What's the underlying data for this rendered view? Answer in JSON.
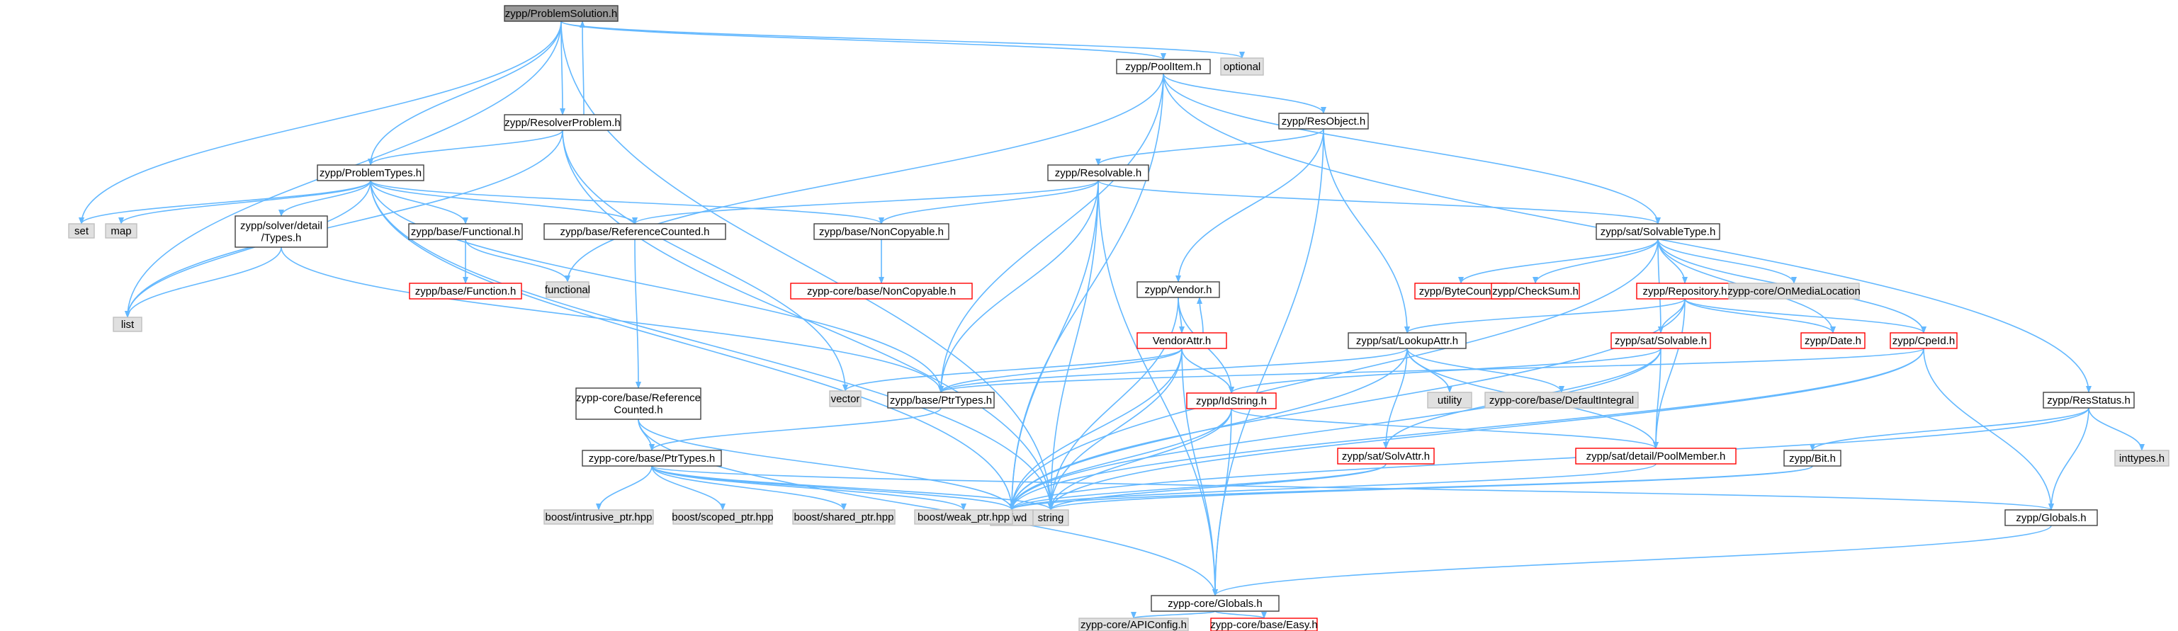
{
  "colors": {
    "edge": "#63b8ff",
    "node_fill": "#ffffff",
    "node_border": "#404040",
    "text": "#000000",
    "root_fill": "#999999",
    "system_fill": "#e0e0e0",
    "system_border": "#bfbfbf",
    "missing_border": "#ff0000"
  },
  "graph": {
    "nodes": [
      {
        "id": "n0",
        "lines": [
          "zypp/ProblemSolution.h"
        ],
        "kind": "root"
      },
      {
        "id": "n1",
        "lines": [
          "list"
        ],
        "kind": "system"
      },
      {
        "id": "n2",
        "lines": [
          "zypp/ProblemTypes.h"
        ],
        "kind": "normal"
      },
      {
        "id": "n3",
        "lines": [
          "set"
        ],
        "kind": "system"
      },
      {
        "id": "n4",
        "lines": [
          "map"
        ],
        "kind": "system"
      },
      {
        "id": "n5",
        "lines": [
          "zypp/solver/detail",
          "/Types.h"
        ],
        "kind": "normal"
      },
      {
        "id": "n6",
        "lines": [
          "zypp/base/Functional.h"
        ],
        "kind": "normal"
      },
      {
        "id": "n7",
        "lines": [
          "zypp/base/Function.h"
        ],
        "kind": "missing"
      },
      {
        "id": "n8",
        "lines": [
          "functional"
        ],
        "kind": "system"
      },
      {
        "id": "n9",
        "lines": [
          "zypp/base/ReferenceCounted.h"
        ],
        "kind": "normal"
      },
      {
        "id": "n10",
        "lines": [
          "zypp-core/base/Reference",
          "Counted.h"
        ],
        "kind": "normal"
      },
      {
        "id": "n11",
        "lines": [
          "zypp-core/Globals.h"
        ],
        "kind": "normal"
      },
      {
        "id": "n12",
        "lines": [
          "zypp-core/APIConfig.h"
        ],
        "kind": "system"
      },
      {
        "id": "n13",
        "lines": [
          "zypp-core/base/Easy.h"
        ],
        "kind": "missing"
      },
      {
        "id": "n14",
        "lines": [
          "iosfwd"
        ],
        "kind": "system"
      },
      {
        "id": "n15",
        "lines": [
          "zypp-core/base/PtrTypes.h"
        ],
        "kind": "normal"
      },
      {
        "id": "n16",
        "lines": [
          "string"
        ],
        "kind": "system"
      },
      {
        "id": "n17",
        "lines": [
          "boost/scoped_ptr.hpp"
        ],
        "kind": "system"
      },
      {
        "id": "n18",
        "lines": [
          "boost/shared_ptr.hpp"
        ],
        "kind": "system"
      },
      {
        "id": "n19",
        "lines": [
          "boost/weak_ptr.hpp"
        ],
        "kind": "system"
      },
      {
        "id": "n20",
        "lines": [
          "boost/intrusive_ptr.hpp"
        ],
        "kind": "system"
      },
      {
        "id": "n21",
        "lines": [
          "zypp/base/NonCopyable.h"
        ],
        "kind": "normal"
      },
      {
        "id": "n22",
        "lines": [
          "zypp-core/base/NonCopyable.h"
        ],
        "kind": "missing"
      },
      {
        "id": "n23",
        "lines": [
          "zypp/base/PtrTypes.h"
        ],
        "kind": "normal"
      },
      {
        "id": "n24",
        "lines": [
          "zypp/ResolverProblem.h"
        ],
        "kind": "normal"
      },
      {
        "id": "n25",
        "lines": [
          "vector"
        ],
        "kind": "system"
      },
      {
        "id": "n26",
        "lines": [
          "zypp/PoolItem.h"
        ],
        "kind": "normal"
      },
      {
        "id": "n27",
        "lines": [
          "optional"
        ],
        "kind": "system"
      },
      {
        "id": "n28",
        "lines": [
          "zypp/ResObject.h"
        ],
        "kind": "normal"
      },
      {
        "id": "n29",
        "lines": [
          "zypp/Resolvable.h"
        ],
        "kind": "normal"
      },
      {
        "id": "n30",
        "lines": [
          "zypp/sat/SolvableType.h"
        ],
        "kind": "normal"
      },
      {
        "id": "n31",
        "lines": [
          "zypp/ByteCount.h"
        ],
        "kind": "missing"
      },
      {
        "id": "n32",
        "lines": [
          "zypp/CheckSum.h"
        ],
        "kind": "missing"
      },
      {
        "id": "n33",
        "lines": [
          "zypp/Repository.h"
        ],
        "kind": "missing"
      },
      {
        "id": "n34",
        "lines": [
          "zypp-core/OnMediaLocation"
        ],
        "kind": "system"
      },
      {
        "id": "n35",
        "lines": [
          "zypp/sat/LookupAttr.h"
        ],
        "kind": "normal"
      },
      {
        "id": "n36",
        "lines": [
          "zypp/sat/Solvable.h"
        ],
        "kind": "missing"
      },
      {
        "id": "n37",
        "lines": [
          "zypp/Date.h"
        ],
        "kind": "missing"
      },
      {
        "id": "n38",
        "lines": [
          "zypp/CpeId.h"
        ],
        "kind": "missing"
      },
      {
        "id": "n39",
        "lines": [
          "zypp/Vendor.h"
        ],
        "kind": "normal"
      },
      {
        "id": "n40",
        "lines": [
          "VendorAttr.h"
        ],
        "kind": "missing"
      },
      {
        "id": "n41",
        "lines": [
          "zypp/IdString.h"
        ],
        "kind": "missing"
      },
      {
        "id": "n42",
        "lines": [
          "utility"
        ],
        "kind": "system"
      },
      {
        "id": "n43",
        "lines": [
          "zypp-core/base/DefaultIntegral"
        ],
        "kind": "system"
      },
      {
        "id": "n44",
        "lines": [
          "zypp/sat/SolvAttr.h"
        ],
        "kind": "missing"
      },
      {
        "id": "n45",
        "lines": [
          "zypp/sat/detail/PoolMember.h"
        ],
        "kind": "missing"
      },
      {
        "id": "n46",
        "lines": [
          "zypp/ResStatus.h"
        ],
        "kind": "normal"
      },
      {
        "id": "n47",
        "lines": [
          "inttypes.h"
        ],
        "kind": "system"
      },
      {
        "id": "n48",
        "lines": [
          "zypp/Bit.h"
        ],
        "kind": "normal"
      },
      {
        "id": "n49",
        "lines": [
          "zypp/Globals.h"
        ],
        "kind": "normal"
      }
    ],
    "edges": [
      {
        "from": "n0",
        "to": "n26"
      },
      {
        "from": "n0",
        "to": "n27"
      },
      {
        "from": "n0",
        "to": "n24"
      },
      {
        "from": "n0",
        "to": "n2"
      },
      {
        "from": "n0",
        "to": "n1"
      },
      {
        "from": "n0",
        "to": "n3"
      },
      {
        "from": "n0",
        "to": "n16"
      },
      {
        "from": "n24",
        "to": "n0"
      },
      {
        "from": "n24",
        "to": "n2"
      },
      {
        "from": "n24",
        "to": "n1"
      },
      {
        "from": "n24",
        "to": "n25"
      },
      {
        "from": "n24",
        "to": "n16"
      },
      {
        "from": "n2",
        "to": "n1"
      },
      {
        "from": "n2",
        "to": "n3"
      },
      {
        "from": "n2",
        "to": "n4"
      },
      {
        "from": "n2",
        "to": "n5"
      },
      {
        "from": "n2",
        "to": "n6"
      },
      {
        "from": "n2",
        "to": "n9"
      },
      {
        "from": "n2",
        "to": "n21"
      },
      {
        "from": "n2",
        "to": "n23"
      },
      {
        "from": "n2",
        "to": "n14"
      },
      {
        "from": "n2",
        "to": "n16"
      },
      {
        "from": "n5",
        "to": "n1"
      },
      {
        "from": "n5",
        "to": "n23"
      },
      {
        "from": "n6",
        "to": "n7"
      },
      {
        "from": "n6",
        "to": "n8"
      },
      {
        "from": "n9",
        "to": "n10"
      },
      {
        "from": "n10",
        "to": "n15"
      },
      {
        "from": "n10",
        "to": "n11"
      },
      {
        "from": "n10",
        "to": "n14"
      },
      {
        "from": "n11",
        "to": "n12"
      },
      {
        "from": "n11",
        "to": "n13"
      },
      {
        "from": "n15",
        "to": "n20"
      },
      {
        "from": "n15",
        "to": "n17"
      },
      {
        "from": "n15",
        "to": "n18"
      },
      {
        "from": "n15",
        "to": "n19"
      },
      {
        "from": "n15",
        "to": "n16"
      },
      {
        "from": "n15",
        "to": "n14"
      },
      {
        "from": "n15",
        "to": "n49"
      },
      {
        "from": "n21",
        "to": "n22"
      },
      {
        "from": "n23",
        "to": "n15"
      },
      {
        "from": "n26",
        "to": "n28"
      },
      {
        "from": "n26",
        "to": "n30"
      },
      {
        "from": "n26",
        "to": "n46"
      },
      {
        "from": "n26",
        "to": "n23"
      },
      {
        "from": "n26",
        "to": "n8"
      },
      {
        "from": "n26",
        "to": "n14"
      },
      {
        "from": "n28",
        "to": "n29"
      },
      {
        "from": "n28",
        "to": "n39"
      },
      {
        "from": "n28",
        "to": "n35"
      },
      {
        "from": "n28",
        "to": "n11"
      },
      {
        "from": "n29",
        "to": "n9"
      },
      {
        "from": "n29",
        "to": "n21"
      },
      {
        "from": "n29",
        "to": "n23"
      },
      {
        "from": "n29",
        "to": "n30"
      },
      {
        "from": "n29",
        "to": "n16"
      },
      {
        "from": "n29",
        "to": "n14"
      },
      {
        "from": "n29",
        "to": "n11"
      },
      {
        "from": "n30",
        "to": "n31"
      },
      {
        "from": "n30",
        "to": "n32"
      },
      {
        "from": "n30",
        "to": "n33"
      },
      {
        "from": "n30",
        "to": "n34"
      },
      {
        "from": "n30",
        "to": "n36"
      },
      {
        "from": "n30",
        "to": "n37"
      },
      {
        "from": "n30",
        "to": "n38"
      },
      {
        "from": "n30",
        "to": "n14"
      },
      {
        "from": "n33",
        "to": "n35"
      },
      {
        "from": "n33",
        "to": "n36"
      },
      {
        "from": "n33",
        "to": "n37"
      },
      {
        "from": "n33",
        "to": "n38"
      },
      {
        "from": "n33",
        "to": "n45"
      },
      {
        "from": "n33",
        "to": "n14"
      },
      {
        "from": "n35",
        "to": "n23"
      },
      {
        "from": "n35",
        "to": "n42"
      },
      {
        "from": "n35",
        "to": "n43"
      },
      {
        "from": "n35",
        "to": "n44"
      },
      {
        "from": "n35",
        "to": "n45"
      },
      {
        "from": "n35",
        "to": "n14"
      },
      {
        "from": "n36",
        "to": "n41"
      },
      {
        "from": "n36",
        "to": "n44"
      },
      {
        "from": "n36",
        "to": "n45"
      },
      {
        "from": "n36",
        "to": "n14"
      },
      {
        "from": "n38",
        "to": "n23"
      },
      {
        "from": "n38",
        "to": "n49"
      },
      {
        "from": "n38",
        "to": "n16"
      },
      {
        "from": "n38",
        "to": "n14"
      },
      {
        "from": "n39",
        "to": "n40"
      },
      {
        "from": "n39",
        "to": "n41"
      },
      {
        "from": "n39",
        "to": "n16"
      },
      {
        "from": "n40",
        "to": "n39"
      },
      {
        "from": "n40",
        "to": "n25"
      },
      {
        "from": "n40",
        "to": "n23"
      },
      {
        "from": "n40",
        "to": "n41"
      },
      {
        "from": "n40",
        "to": "n16"
      },
      {
        "from": "n40",
        "to": "n14"
      },
      {
        "from": "n40",
        "to": "n11"
      },
      {
        "from": "n41",
        "to": "n45"
      },
      {
        "from": "n41",
        "to": "n16"
      },
      {
        "from": "n41",
        "to": "n14"
      },
      {
        "from": "n41",
        "to": "n11"
      },
      {
        "from": "n44",
        "to": "n14"
      },
      {
        "from": "n44",
        "to": "n16"
      },
      {
        "from": "n45",
        "to": "n14"
      },
      {
        "from": "n46",
        "to": "n47"
      },
      {
        "from": "n46",
        "to": "n48"
      },
      {
        "from": "n46",
        "to": "n49"
      },
      {
        "from": "n46",
        "to": "n14"
      },
      {
        "from": "n48",
        "to": "n16"
      },
      {
        "from": "n48",
        "to": "n14"
      },
      {
        "from": "n49",
        "to": "n11"
      }
    ]
  }
}
